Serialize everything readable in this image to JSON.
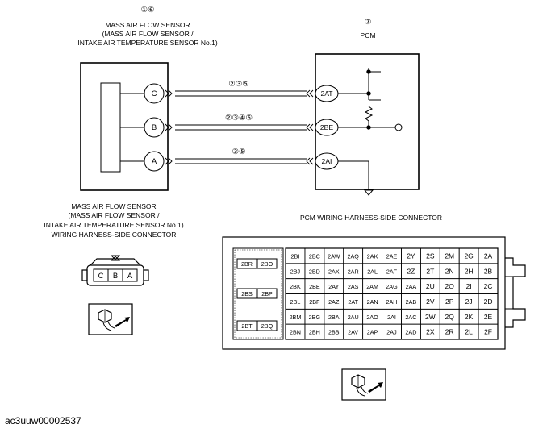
{
  "sensor": {
    "number": "①⑥",
    "title_lines": [
      "MASS AIR FLOW SENSOR",
      "(MASS AIR FLOW SENSOR /",
      "INTAKE AIR TEMPERATURE SENSOR No.1)"
    ],
    "pins": [
      "C",
      "B",
      "A"
    ]
  },
  "pcm": {
    "number": "⑦",
    "title": "PCM",
    "pins": [
      "2AT",
      "2BE",
      "2AI"
    ]
  },
  "wires": [
    {
      "label": "②③⑤"
    },
    {
      "label": "②③④⑤"
    },
    {
      "label": "③⑤"
    }
  ],
  "sensor_connector": {
    "title_lines": [
      "MASS AIR FLOW SENSOR",
      "(MASS AIR FLOW SENSOR /",
      "INTAKE AIR TEMPERATURE SENSOR No.1)",
      "WIRING HARNESS-SIDE CONNECTOR"
    ],
    "pins": [
      "C",
      "B",
      "A"
    ]
  },
  "pcm_connector": {
    "title": "PCM WIRING HARNESS-SIDE CONNECTOR",
    "left_pins": [
      [
        "2BR",
        "2BO"
      ],
      [
        "2BS",
        "2BP"
      ],
      [
        "2BT",
        "2BQ"
      ]
    ],
    "grid": [
      [
        "2BI",
        "2BC",
        "2AW",
        "2AQ",
        "2AK",
        "2AE",
        "2Y",
        "2S",
        "2M",
        "2G",
        "2A"
      ],
      [
        "2BJ",
        "2BD",
        "2AX",
        "2AR",
        "2AL",
        "2AF",
        "2Z",
        "2T",
        "2N",
        "2H",
        "2B"
      ],
      [
        "2BK",
        "2BE",
        "2AY",
        "2AS",
        "2AM",
        "2AG",
        "2AA",
        "2U",
        "2O",
        "2I",
        "2C"
      ],
      [
        "2BL",
        "2BF",
        "2AZ",
        "2AT",
        "2AN",
        "2AH",
        "2AB",
        "2V",
        "2P",
        "2J",
        "2D"
      ],
      [
        "2BM",
        "2BG",
        "2BA",
        "2AU",
        "2AO",
        "2AI",
        "2AC",
        "2W",
        "2Q",
        "2K",
        "2E"
      ],
      [
        "2BN",
        "2BH",
        "2BB",
        "2AV",
        "2AP",
        "2AJ",
        "2AD",
        "2X",
        "2R",
        "2L",
        "2F"
      ]
    ]
  },
  "footer": {
    "figure_id": "ac3uuw00002537"
  }
}
